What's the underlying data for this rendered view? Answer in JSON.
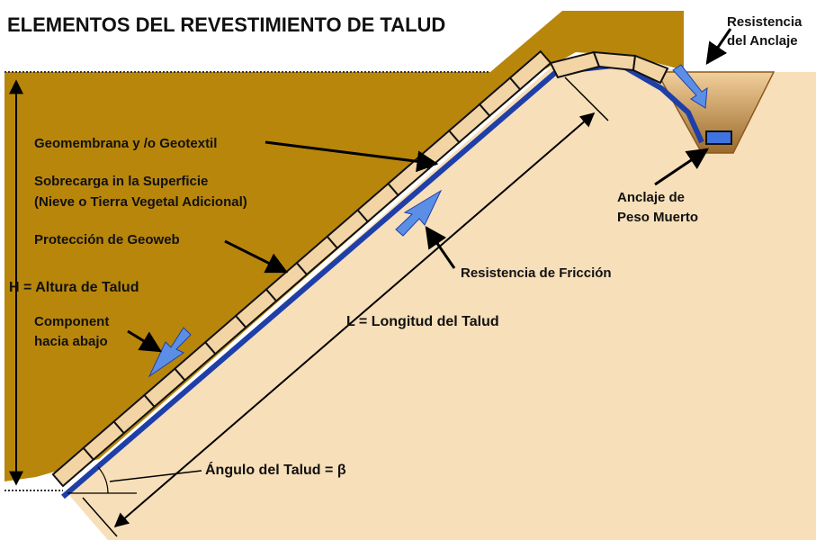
{
  "title": "ELEMENTOS DEL REVESTIMIENTO DE TALUD",
  "labels": {
    "anchor_resistance_line1": "Resistencia",
    "anchor_resistance_line2": "del Anclaje",
    "geomembrane": "Geomembrana y /o Geotextil",
    "surcharge_line1": "Sobrecarga in la Superficie",
    "surcharge_line2": "(Nieve o Tierra Vegetal Adicional)",
    "geoweb": "Protección de Geoweb",
    "height": "H = Altura de Talud",
    "downslope_line1": "Component",
    "downslope_line2": "hacia abajo",
    "friction": "Resistencia de Fricción",
    "length": "L = Longitud del Talud",
    "deadweight_line1": "Anclaje de",
    "deadweight_line2": "Peso Muerto",
    "angle": "Ángulo del Talud = β"
  },
  "colors": {
    "soil": "#f7dfb9",
    "surcharge": "#b8860b",
    "geoweb_cell": "#f3d4a4",
    "geomembrane": "#1f3fa8",
    "arrow_blue": "#5b8fe6",
    "anchor_block": "#3f73e0"
  }
}
